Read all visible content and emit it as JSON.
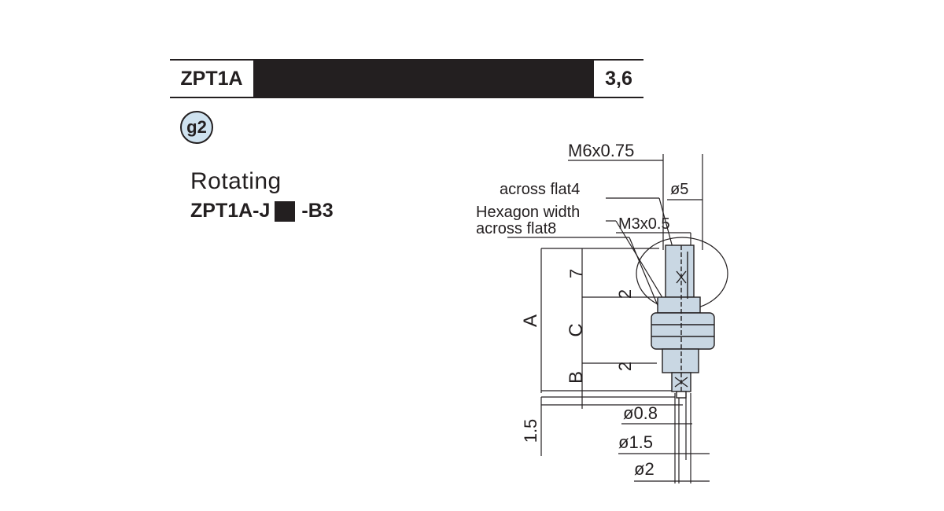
{
  "header": {
    "model": "ZPT1A",
    "pages": "3,6"
  },
  "badge": {
    "label": "g2"
  },
  "variant": {
    "title": "Rotating",
    "code_prefix": "ZPT1A-J",
    "code_suffix": "-B3"
  },
  "dimensions": {
    "thread_m6": "M6x0.75",
    "across_flat4": "across flat4",
    "dia5": "ø5",
    "hexagon_width": "Hexagon width",
    "thread_m3": "M3x0.5",
    "across_flat8": "across flat8",
    "dim7": "7",
    "dim2_upper": "2",
    "dimA": "A",
    "dimC": "C",
    "dim2_lower": "2",
    "dimB": "B",
    "dim1_5": "1.5",
    "dia0_8": "ø0.8",
    "dia1_5": "ø1.5",
    "dia2": "ø2"
  },
  "colors": {
    "ink": "#231f20",
    "fill": "#c9d7e3",
    "badge": "#cfe2ef"
  }
}
